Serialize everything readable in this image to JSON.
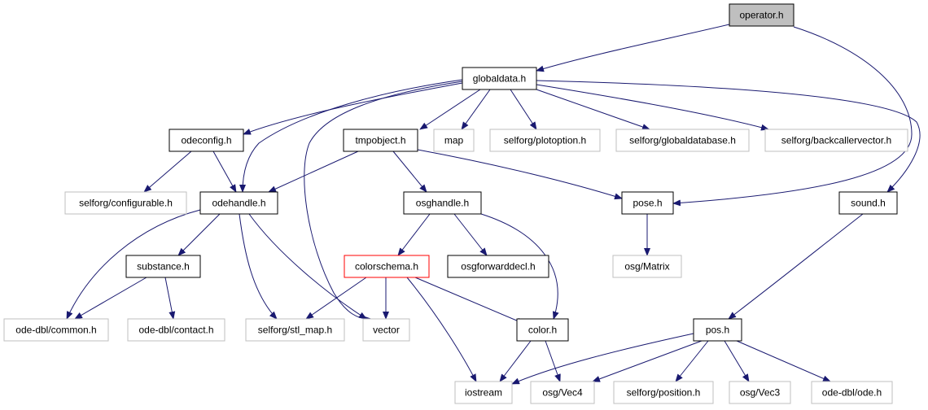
{
  "colors": {
    "edge": "#191970",
    "arrowhead": "#191970",
    "focus_fill": "#bfbfbf",
    "focus_border": "#000000",
    "documented_border": "#000000",
    "undocumented_border": "#bfbfbf",
    "highlight_border": "#ff0000",
    "background": "#ffffff"
  },
  "nodes": [
    {
      "id": "operator",
      "label": "operator.h",
      "style": "focus"
    },
    {
      "id": "globaldata",
      "label": "globaldata.h",
      "style": "documented"
    },
    {
      "id": "odeconfig",
      "label": "odeconfig.h",
      "style": "documented"
    },
    {
      "id": "tmpobject",
      "label": "tmpobject.h",
      "style": "documented"
    },
    {
      "id": "map",
      "label": "map",
      "style": "undocumented"
    },
    {
      "id": "plotoption",
      "label": "selforg/plotoption.h",
      "style": "undocumented"
    },
    {
      "id": "globaldatabase",
      "label": "selforg/globaldatabase.h",
      "style": "undocumented"
    },
    {
      "id": "backcaller",
      "label": "selforg/backcallervector.h",
      "style": "undocumented"
    },
    {
      "id": "configurable",
      "label": "selforg/configurable.h",
      "style": "undocumented"
    },
    {
      "id": "odehandle",
      "label": "odehandle.h",
      "style": "documented"
    },
    {
      "id": "osghandle",
      "label": "osghandle.h",
      "style": "documented"
    },
    {
      "id": "pose",
      "label": "pose.h",
      "style": "documented"
    },
    {
      "id": "sound",
      "label": "sound.h",
      "style": "documented"
    },
    {
      "id": "substance",
      "label": "substance.h",
      "style": "documented"
    },
    {
      "id": "colorschema",
      "label": "colorschema.h",
      "style": "highlight"
    },
    {
      "id": "osgforward",
      "label": "osgforwarddecl.h",
      "style": "documented"
    },
    {
      "id": "osgmatrix",
      "label": "osg/Matrix",
      "style": "undocumented"
    },
    {
      "id": "odecommon",
      "label": "ode-dbl/common.h",
      "style": "undocumented"
    },
    {
      "id": "odecontact",
      "label": "ode-dbl/contact.h",
      "style": "undocumented"
    },
    {
      "id": "stlmap",
      "label": "selforg/stl_map.h",
      "style": "undocumented"
    },
    {
      "id": "vector",
      "label": "vector",
      "style": "undocumented"
    },
    {
      "id": "color",
      "label": "color.h",
      "style": "documented"
    },
    {
      "id": "pos",
      "label": "pos.h",
      "style": "documented"
    },
    {
      "id": "iostream",
      "label": "iostream",
      "style": "undocumented"
    },
    {
      "id": "osgvec4",
      "label": "osg/Vec4",
      "style": "undocumented"
    },
    {
      "id": "position",
      "label": "selforg/position.h",
      "style": "undocumented"
    },
    {
      "id": "osgvec3",
      "label": "osg/Vec3",
      "style": "undocumented"
    },
    {
      "id": "odeh",
      "label": "ode-dbl/ode.h",
      "style": "undocumented"
    }
  ],
  "edges": [
    {
      "from": "operator",
      "to": "globaldata"
    },
    {
      "from": "operator",
      "to": "pose"
    },
    {
      "from": "globaldata",
      "to": "odeconfig"
    },
    {
      "from": "globaldata",
      "to": "odehandle"
    },
    {
      "from": "globaldata",
      "to": "vector"
    },
    {
      "from": "globaldata",
      "to": "tmpobject"
    },
    {
      "from": "globaldata",
      "to": "map"
    },
    {
      "from": "globaldata",
      "to": "plotoption"
    },
    {
      "from": "globaldata",
      "to": "globaldatabase"
    },
    {
      "from": "globaldata",
      "to": "backcaller"
    },
    {
      "from": "globaldata",
      "to": "sound"
    },
    {
      "from": "odeconfig",
      "to": "configurable"
    },
    {
      "from": "odeconfig",
      "to": "odehandle"
    },
    {
      "from": "tmpobject",
      "to": "odehandle"
    },
    {
      "from": "tmpobject",
      "to": "osghandle"
    },
    {
      "from": "tmpobject",
      "to": "pose"
    },
    {
      "from": "odehandle",
      "to": "substance"
    },
    {
      "from": "odehandle",
      "to": "odecommon"
    },
    {
      "from": "odehandle",
      "to": "stlmap"
    },
    {
      "from": "odehandle",
      "to": "vector"
    },
    {
      "from": "osghandle",
      "to": "colorschema"
    },
    {
      "from": "osghandle",
      "to": "osgforward"
    },
    {
      "from": "osghandle",
      "to": "color"
    },
    {
      "from": "pose",
      "to": "osgmatrix"
    },
    {
      "from": "sound",
      "to": "pos"
    },
    {
      "from": "substance",
      "to": "odecommon"
    },
    {
      "from": "substance",
      "to": "odecontact"
    },
    {
      "from": "colorschema",
      "to": "stlmap"
    },
    {
      "from": "colorschema",
      "to": "vector"
    },
    {
      "from": "colorschema",
      "to": "color"
    },
    {
      "from": "colorschema",
      "to": "iostream"
    },
    {
      "from": "color",
      "to": "iostream"
    },
    {
      "from": "color",
      "to": "osgvec4"
    },
    {
      "from": "pos",
      "to": "iostream"
    },
    {
      "from": "pos",
      "to": "osgvec4"
    },
    {
      "from": "pos",
      "to": "position"
    },
    {
      "from": "pos",
      "to": "osgvec3"
    },
    {
      "from": "pos",
      "to": "odeh"
    }
  ]
}
